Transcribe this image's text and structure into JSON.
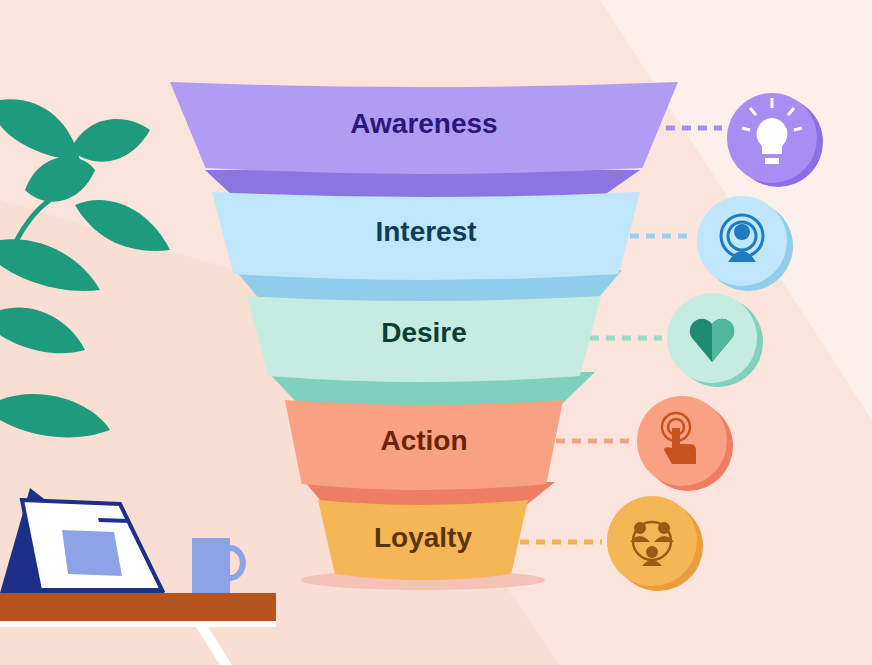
{
  "diagram": {
    "nodes": [
      {
        "text": [
          "Awareness"
        ]
      },
      {
        "text": [
          "Interest"
        ]
      },
      {
        "text": [
          "Desire"
        ]
      },
      {
        "text": [
          "Action"
        ]
      },
      {
        "text": [
          "Loyalty"
        ]
      }
    ]
  }
}
